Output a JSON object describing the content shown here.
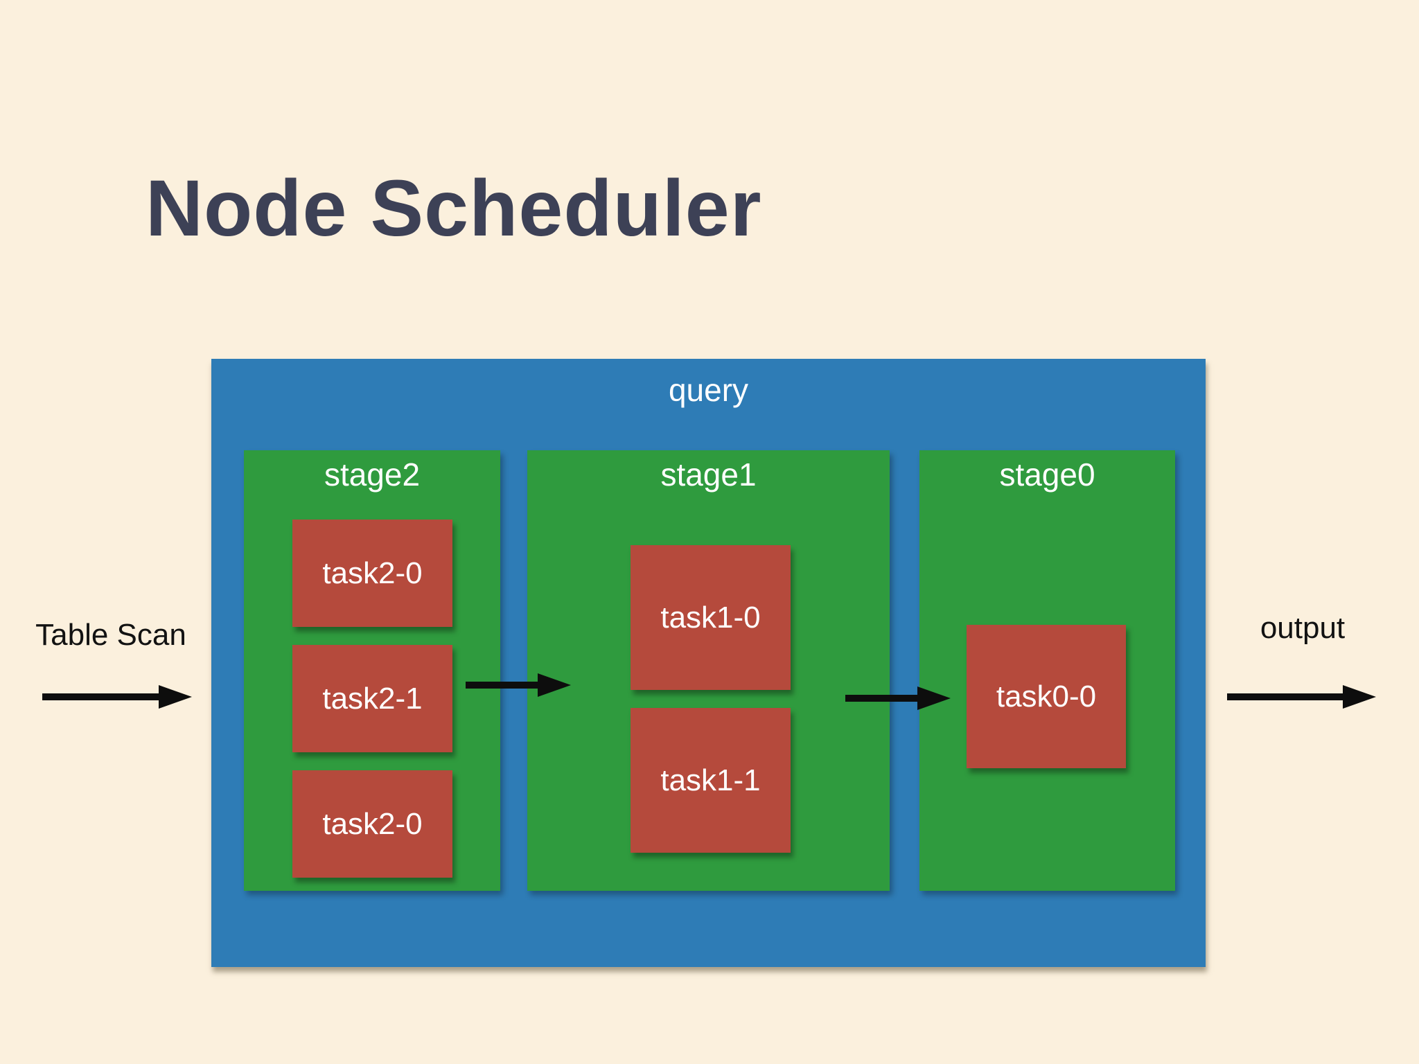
{
  "slide": {
    "title": "Node Scheduler"
  },
  "diagram": {
    "query": {
      "label": "query",
      "stages": [
        {
          "label": "stage2",
          "tasks": [
            "task2-0",
            "task2-1",
            "task2-0"
          ]
        },
        {
          "label": "stage1",
          "tasks": [
            "task1-0",
            "task1-1"
          ]
        },
        {
          "label": "stage0",
          "tasks": [
            "task0-0"
          ]
        }
      ]
    },
    "input_label": "Table Scan",
    "output_label": "output"
  },
  "colors": {
    "background": "#fbf0dd",
    "title_text": "#3d4156",
    "query_box": "#2e7cb6",
    "stage_box": "#2f9b3e",
    "task_box": "#b54a3c",
    "box_text": "#ffffff",
    "annotation_text": "#121212",
    "arrow": "#0d0d0d"
  }
}
